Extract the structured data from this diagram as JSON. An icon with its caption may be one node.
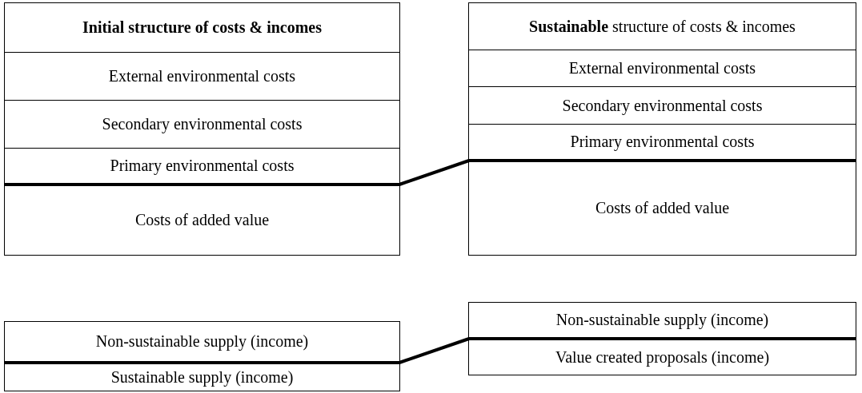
{
  "diagram": {
    "nodes": [
      {
        "text": [
          "Initial structure of costs & incomes"
        ]
      },
      {
        "text": [
          "External environmental costs"
        ],
        "in": 0
      },
      {
        "text": [
          "Secondary environmental costs"
        ],
        "in": 0
      },
      {
        "text": [
          "Primary environmental costs"
        ],
        "in": 0
      },
      {
        "text": [
          "Costs of added value"
        ],
        "in": 0
      },
      {
        "text": [
          "**Sustainable** structure of costs & incomes"
        ]
      },
      {
        "text": [
          "External environmental costs"
        ],
        "in": 5
      },
      {
        "text": [
          "Secondary environmental costs"
        ],
        "in": 5
      },
      {
        "text": [
          "Primary environmental costs"
        ],
        "in": 5
      },
      {
        "text": [
          "Costs of added value"
        ],
        "in": 5
      },
      {
        "text": [],
        "shape": "box"
      },
      {
        "text": [
          "Non-sustainable supply (income)"
        ],
        "in": 10
      },
      {
        "text": [
          "Sustainable supply (income)"
        ],
        "in": 10
      },
      {
        "text": [],
        "shape": "box"
      },
      {
        "text": [
          "Non-sustainable supply (income)"
        ],
        "in": 13
      },
      {
        "text": [
          "Value created proposals (income)"
        ],
        "in": 13
      }
    ],
    "edges": [
      {
        "from": 3,
        "to": 8,
        "arrow": "none"
      },
      {
        "from": 11,
        "to": 14,
        "arrow": "none"
      }
    ]
  }
}
